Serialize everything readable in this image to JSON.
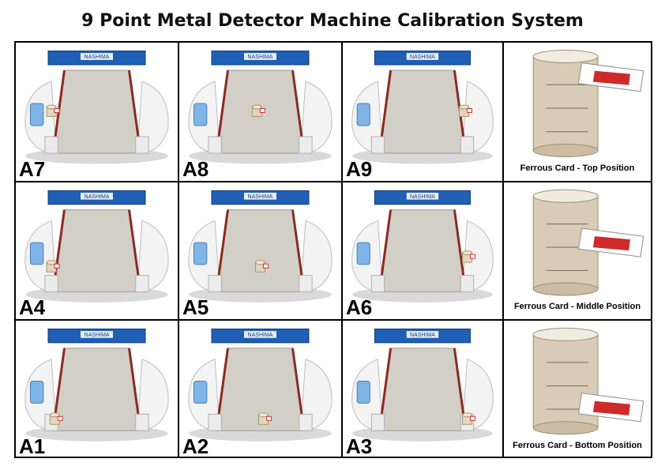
{
  "title": "9 Point Metal Detector Machine Calibration System",
  "machine_brand": "NASHIMA",
  "rows": [
    {
      "cells": [
        "A7",
        "A8",
        "A9"
      ],
      "caption": "Ferrous Card - Top Position"
    },
    {
      "cells": [
        "A4",
        "A5",
        "A6"
      ],
      "caption": "Ferrous Card - Middle Position"
    },
    {
      "cells": [
        "A1",
        "A2",
        "A3"
      ],
      "caption": "Ferrous Card - Bottom Position"
    }
  ]
}
